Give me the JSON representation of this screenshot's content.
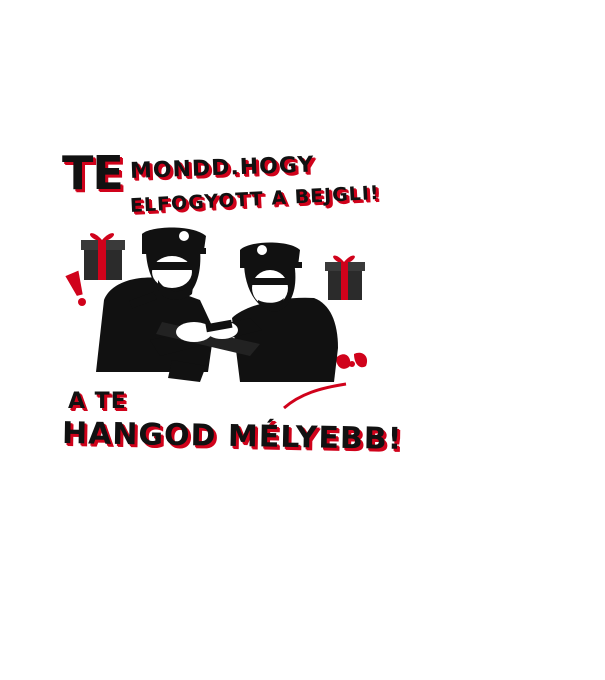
{
  "slogan": {
    "te_large": "TE",
    "line1": "MONDD.HOGY",
    "line2": "ELFOGYOTT A BEJGLI!",
    "line3": "A TE",
    "line4": "HANGOD MÉLYEBB!"
  },
  "colors": {
    "ink": "#111111",
    "accent_red": "#d0021b",
    "background": "#ffffff"
  },
  "icons": [
    "gift-icon",
    "exclamation-icon",
    "holly-icon",
    "police-officers-illustration",
    "swoosh-icon"
  ]
}
